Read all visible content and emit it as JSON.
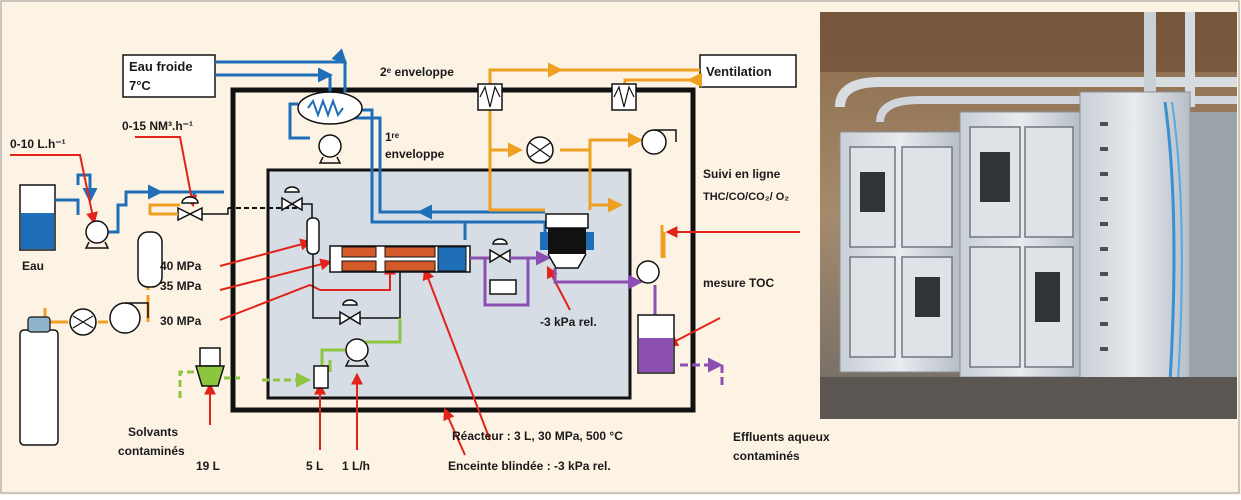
{
  "labels": {
    "eau_froide_line1": "Eau froide",
    "eau_froide_line2": "7°C",
    "enveloppe2": "2ᵉ enveloppe",
    "ventilation": "Ventilation",
    "flow_eau": "0-10 L.h⁻¹",
    "flow_gaz": "0-15 NM³.h⁻¹",
    "enveloppe1_line1": "1ʳᵉ",
    "enveloppe1_line2": "enveloppe",
    "eau": "Eau",
    "p40": "40 MPa",
    "p35": "35 MPa",
    "p30": "30 MPa",
    "suivi_line1": "Suivi en ligne",
    "suivi_line2": "THC/CO/CO₂/ O₂",
    "mesure_toc": "mesure TOC",
    "pression_rel": "-3 kPa rel.",
    "solvants_line1": "Solvants",
    "solvants_line2": "contaminés",
    "v19": "19 L",
    "v5": "5 L",
    "debit": "1 L/h",
    "reacteur": "Réacteur : 3 L, 30 MPa, 500 °C",
    "enceinte": "Enceinte blindée : -3 kPa rel.",
    "effluents_line1": "Effluents aqueux",
    "effluents_line2": "contaminés"
  },
  "colors": {
    "water": "#1f6fb8",
    "air": "#f0a020",
    "liquid_waste": "#8a4fb0",
    "solvent": "#8cc63f",
    "annotation": "#e2231a",
    "cell": "#d6dde4",
    "enclosure_bg": "#fdf3e4"
  }
}
